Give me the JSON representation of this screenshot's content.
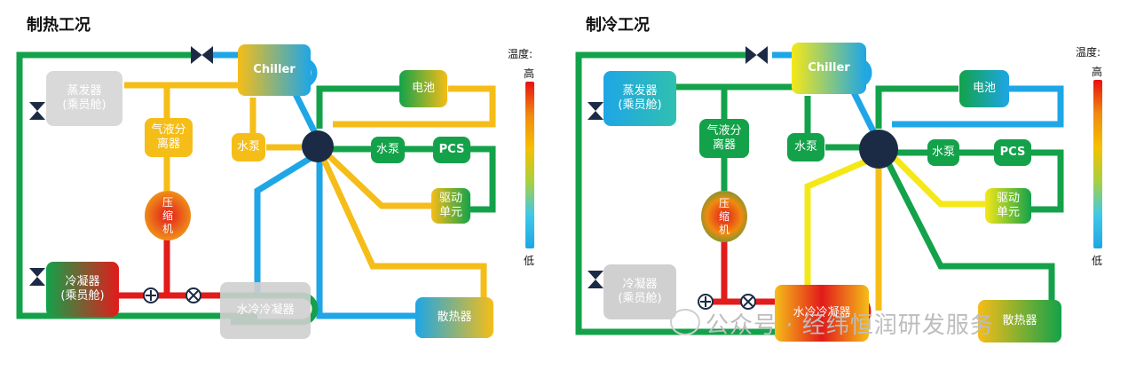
{
  "panels": [
    {
      "title": "制热工况",
      "nodes": {
        "evaporator": "蒸发器\n(乘员舱)",
        "chiller": "Chiller",
        "separator": "气液分\n离器",
        "pump_left": "水泵",
        "compressor": "压\n缩\n机",
        "battery": "电池",
        "pump_right": "水泵",
        "pcs": "PCS",
        "drive_unit": "驱动\n单元",
        "condenser": "冷凝器\n(乘员舱)",
        "water_condenser": "水冷冷凝器",
        "radiator": "散热器"
      }
    },
    {
      "title": "制冷工况",
      "nodes": {
        "evaporator": "蒸发器\n(乘员舱)",
        "chiller": "Chiller",
        "separator": "气液分\n离器",
        "pump_left": "水泵",
        "compressor": "压\n缩\n机",
        "battery": "电池",
        "pump_right": "水泵",
        "pcs": "PCS",
        "drive_unit": "驱动\n单元",
        "condenser": "冷凝器\n(乘员舱)",
        "water_condenser": "水冷冷凝器",
        "radiator": "散热器"
      }
    }
  ],
  "legend": {
    "title": "温度:",
    "high": "高",
    "low": "低"
  },
  "watermark": "公众号 · 经纬恒润研发服务",
  "colors": {
    "green": "#13a24a",
    "yellow": "#f5bd18",
    "blue": "#1ea6e6",
    "red": "#e21b1b",
    "gray": "#cfcfcf",
    "valve": "#1c2b45"
  }
}
